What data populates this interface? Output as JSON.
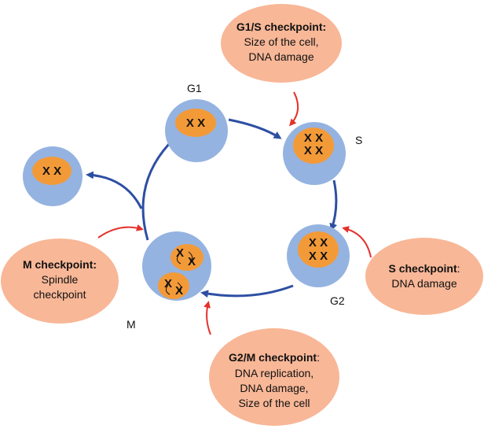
{
  "colors": {
    "checkpoint_fill": "#f8b797",
    "cell_fill": "#95b3e0",
    "nucleus_fill": "#f39a38",
    "cycle_arrow": "#2d4fa3",
    "checkpoint_arrow": "#e5312b"
  },
  "phases": {
    "g1": "G1",
    "s": "S",
    "g2": "G2",
    "m": "M"
  },
  "checkpoints": {
    "g1s": {
      "title": "G1/S checkpoint:",
      "lines": [
        "Size of the cell,",
        "DNA damage"
      ]
    },
    "s": {
      "title": "S checkpoint",
      "suffix": ":",
      "lines": [
        "DNA damage"
      ]
    },
    "g2m": {
      "title": "G2/M checkpoint",
      "suffix": ":",
      "lines": [
        "DNA replication,",
        "DNA damage,",
        "Size of the cell"
      ]
    },
    "m": {
      "title": "M checkpoint:",
      "lines": [
        "Spindle",
        "checkpoint"
      ]
    }
  },
  "chromosomes": {
    "g1": "X X",
    "s_top": "X X",
    "s_bottom": "X X",
    "g2_top": "X X",
    "g2_bottom": "X X",
    "daughter": "X X"
  }
}
